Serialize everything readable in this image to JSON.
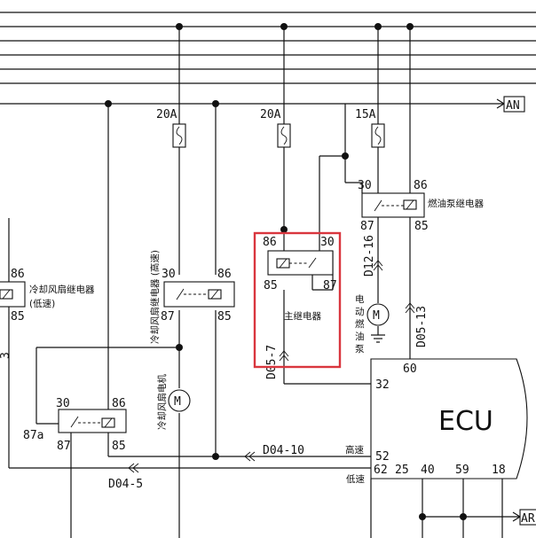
{
  "labels": {
    "bus_an": "AN",
    "bus_ar": "AR",
    "ecu": "ECU",
    "fuse_20a_a": "20A",
    "fuse_20a_b": "20A",
    "fuse_15a": "15A",
    "main_relay": "主继电器",
    "fuel_pump_relay": "燃油泵继电器",
    "fan_relay_low": "冷却风扇继电器",
    "fan_relay_low_sub": "(低速)",
    "fan_relay_high": "冷却风扇继电器 (高速)",
    "fan_motor": "冷却风扇电机",
    "fuel_pump": "电动燃油泵",
    "motor_symbol": "M",
    "high_speed": "高速",
    "low_speed": "低速"
  },
  "connectors": {
    "d05_7": "D05-7",
    "d12_16": "D12-16",
    "d05_13": "D05-13",
    "d04_10": "D04-10",
    "d04_5": "D04-5"
  },
  "pins": {
    "main_86": "86",
    "main_30": "30",
    "main_85": "85",
    "main_87": "87",
    "fuel_30": "30",
    "fuel_86": "86",
    "fuel_87": "87",
    "fuel_85": "85",
    "hi_30": "30",
    "hi_86": "86",
    "hi_87": "87",
    "hi_85": "85",
    "low_86": "86",
    "low_85": "85",
    "bot_30": "30",
    "bot_86": "86",
    "bot_87a": "87a",
    "bot_87": "87",
    "bot_85": "85",
    "ecu_60": "60",
    "ecu_32": "32",
    "ecu_52": "52",
    "ecu_62": "62",
    "ecu_25": "25",
    "ecu_40": "40",
    "ecu_59": "59",
    "ecu_18": "18",
    "left_edge": "3"
  }
}
